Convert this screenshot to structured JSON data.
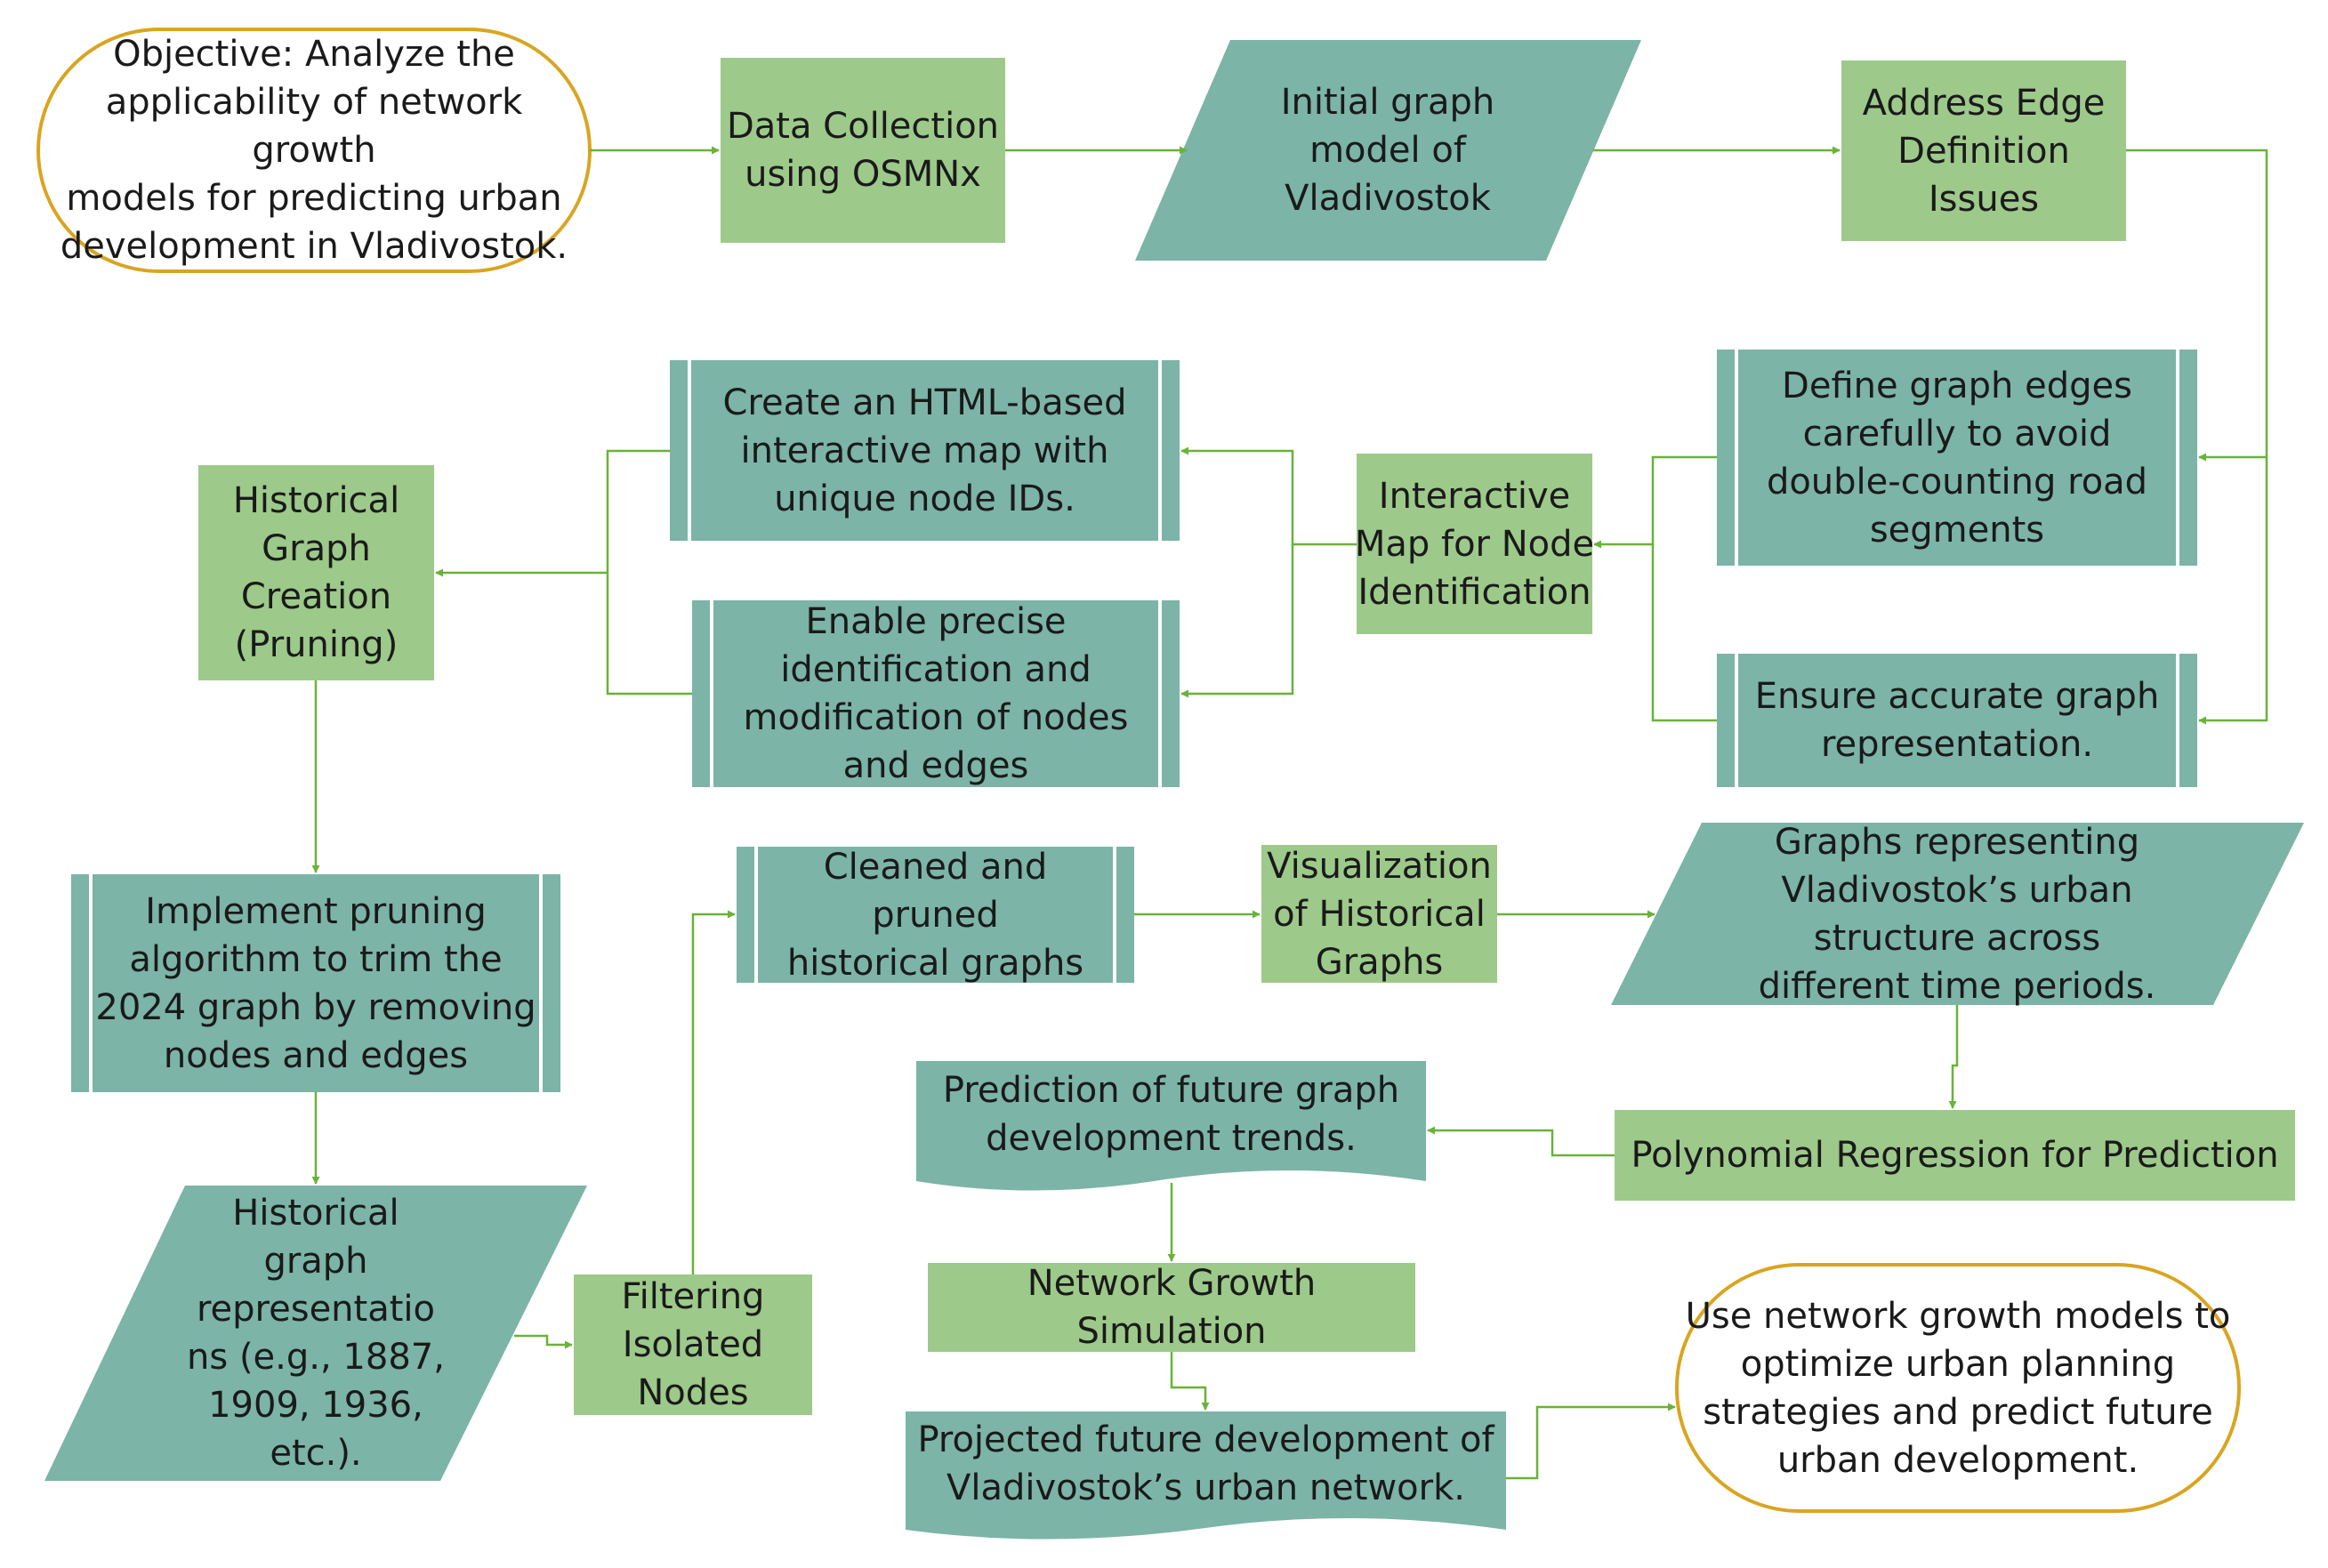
{
  "colors": {
    "process": "#9dc98a",
    "data": "#7cb4a7",
    "terminal_border": "#d9a521",
    "arrow": "#6ab23a",
    "text": "#1a1a1a"
  },
  "nodes": {
    "objective": "Objective: Analyze the\napplicability of network growth\nmodels for predicting urban\ndevelopment in Vladivostok.",
    "data_collection": "Data Collection\nusing OSMNx",
    "initial_graph": "Initial graph\nmodel of\nVladivostok",
    "address_edge": "Address Edge\nDefinition\nIssues",
    "define_edges": "Define graph edges\ncarefully to avoid\ndouble-counting road\nsegments",
    "ensure_accurate": "Ensure accurate graph\nrepresentation.",
    "interactive_map": "Interactive\nMap for Node\nIdentification",
    "create_html": "Create an HTML-based\ninteractive map with\nunique node IDs.",
    "enable_precise": "Enable precise\nidentification and\nmodification of nodes\nand edges",
    "historical_creation": "Historical\nGraph\nCreation\n(Pruning)",
    "implement_pruning": "Implement pruning\nalgorithm to trim the\n2024 graph by removing\nnodes and edges",
    "historical_repr": "Historical\ngraph\nrepresentatio\nns (e.g., 1887,\n1909, 1936,\netc.).",
    "filtering": "Filtering\nIsolated\nNodes",
    "cleaned": "Cleaned and pruned\nhistorical graphs",
    "visualization": "Visualization\nof Historical\nGraphs",
    "graphs_repr": "Graphs representing\nVladivostok’s urban\nstructure across\ndifferent time periods.",
    "polynomial": "Polynomial Regression for Prediction",
    "prediction": "Prediction of future graph\ndevelopment trends.",
    "simulation": "Network Growth Simulation",
    "projected": "Projected future development of\nVladivostok’s urban network.",
    "use_models": "Use network growth models to\noptimize urban planning\nstrategies and predict future\nurban development."
  }
}
